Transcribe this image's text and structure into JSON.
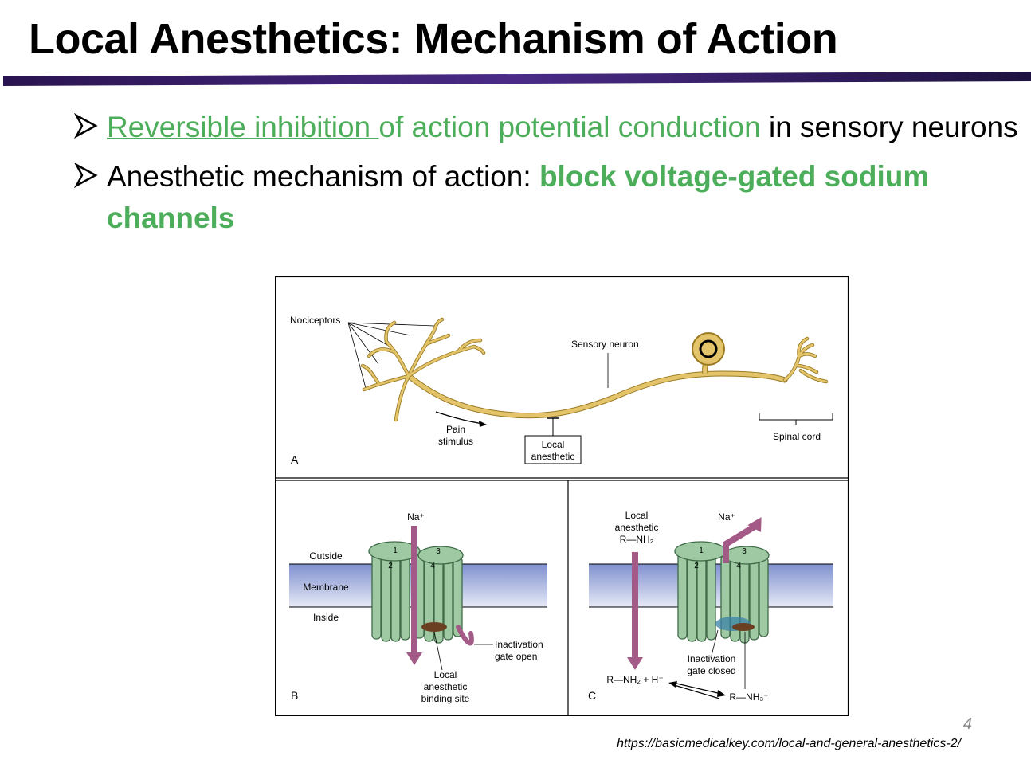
{
  "slide": {
    "title": "Local Anesthetics: Mechanism of Action",
    "page_number": "4",
    "source_url": "https://basicmedicalkey.com/local-and-general-anesthetics-2/"
  },
  "bullets": [
    {
      "part_underlined": "Reversible inhibition ",
      "part_green": "of action potential conduction",
      "part_plain": " in sensory neurons"
    },
    {
      "part_plain": "Anesthetic mechanism of action: ",
      "part_green_bold": "block voltage-gated sodium channels"
    }
  ],
  "figure": {
    "panel_a": {
      "letter": "A",
      "nociceptors": "Nociceptors",
      "sensory_neuron": "Sensory neuron",
      "pain_line1": "Pain",
      "pain_line2": "stimulus",
      "local_line1": "Local",
      "local_line2": "anesthetic",
      "spinal_cord": "Spinal cord"
    },
    "panel_b": {
      "letter": "B",
      "na": "Na⁺",
      "outside": "Outside",
      "membrane": "Membrane",
      "inside": "Inside",
      "gate_line1": "Inactivation",
      "gate_line2": "gate open",
      "site_line1": "Local",
      "site_line2": "anesthetic",
      "site_line3": "binding site"
    },
    "panel_c": {
      "letter": "C",
      "la_line1": "Local",
      "la_line2": "anesthetic",
      "la_line3": "R—NH₂",
      "na": "Na⁺",
      "gate_line1": "Inactivation",
      "gate_line2": "gate closed",
      "base_form": "R—NH₂ + H⁺",
      "acid_form": "R—NH₃⁺"
    },
    "subunit_labels": [
      "1",
      "2",
      "3",
      "4"
    ]
  },
  "colors": {
    "title_bar": "#3a1f6e",
    "accent_green": "#4cae5a",
    "neuron": "#e3c46a",
    "channel": "#9ec9a2",
    "na_arrow": "#a35a86",
    "membrane": "#8f9fd4"
  }
}
